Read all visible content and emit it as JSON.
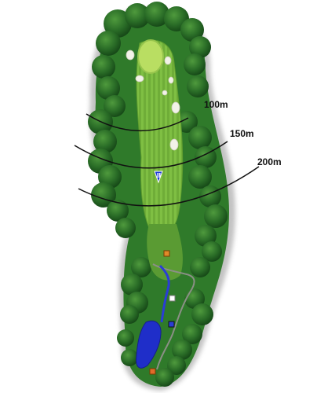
{
  "distance_markers": [
    {
      "label": "100m"
    },
    {
      "label": "150m"
    },
    {
      "label": "200m"
    }
  ],
  "icons": {
    "flag": "flag-icon",
    "tee_back": "tee-marker-icon",
    "tee_middle": "tee-marker-icon",
    "tee_front": "tee-marker-icon",
    "tee_forward": "tee-marker-icon"
  },
  "colors": {
    "rough": "#2f7a2a",
    "fairway": "#76b83b",
    "green": "#b9de62",
    "bunker": "#f2f2e8",
    "water": "#1f2ec9",
    "trees": "#1f5f20",
    "path": "#8b8f86"
  }
}
